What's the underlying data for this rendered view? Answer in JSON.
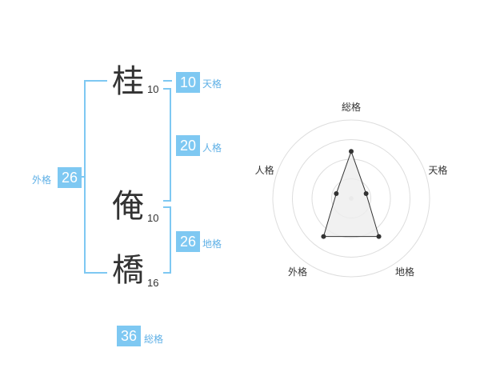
{
  "name": {
    "chars": [
      {
        "kanji": "桂",
        "strokes": "10"
      },
      {
        "kanji": "俺",
        "strokes": "10"
      },
      {
        "kanji": "橋",
        "strokes": "16"
      }
    ]
  },
  "kakusu": {
    "tenkaku": {
      "label": "天格",
      "value": "10"
    },
    "jinkaku": {
      "label": "人格",
      "value": "20"
    },
    "chikaku": {
      "label": "地格",
      "value": "26"
    },
    "gaikaku": {
      "label": "外格",
      "value": "26"
    },
    "soukaku": {
      "label": "総格",
      "value": "36"
    }
  },
  "colors": {
    "accent": "#7ec8f2",
    "accent_text": "#5fb0e6",
    "text": "#333333"
  },
  "chart_data": {
    "type": "radar",
    "axes": [
      "総格",
      "天格",
      "地格",
      "外格",
      "人格"
    ],
    "values": [
      3,
      1,
      3,
      3,
      1
    ],
    "max": 5,
    "rings": 4,
    "fill": "#eeeeee",
    "line": "#333333"
  }
}
